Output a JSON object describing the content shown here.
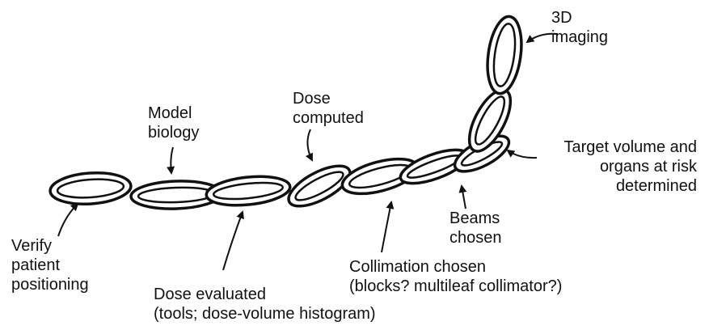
{
  "diagram": {
    "colors": {
      "ink": "#111111",
      "link_fill": "#ffffff"
    },
    "labels": {
      "imaging": [
        "3D",
        "imaging"
      ],
      "target": [
        "Target volume and",
        "organs at risk",
        "determined"
      ],
      "beams": [
        "Beams",
        "chosen"
      ],
      "collimation": [
        "Collimation chosen",
        "(blocks? multileaf collimator?)"
      ],
      "dose_computed": [
        "Dose",
        "computed"
      ],
      "model_biology": [
        "Model",
        "biology"
      ],
      "dose_evaluated": [
        "Dose evaluated",
        "(tools; dose-volume histogram)"
      ],
      "verify": [
        "Verify",
        "patient",
        "positioning"
      ]
    }
  }
}
